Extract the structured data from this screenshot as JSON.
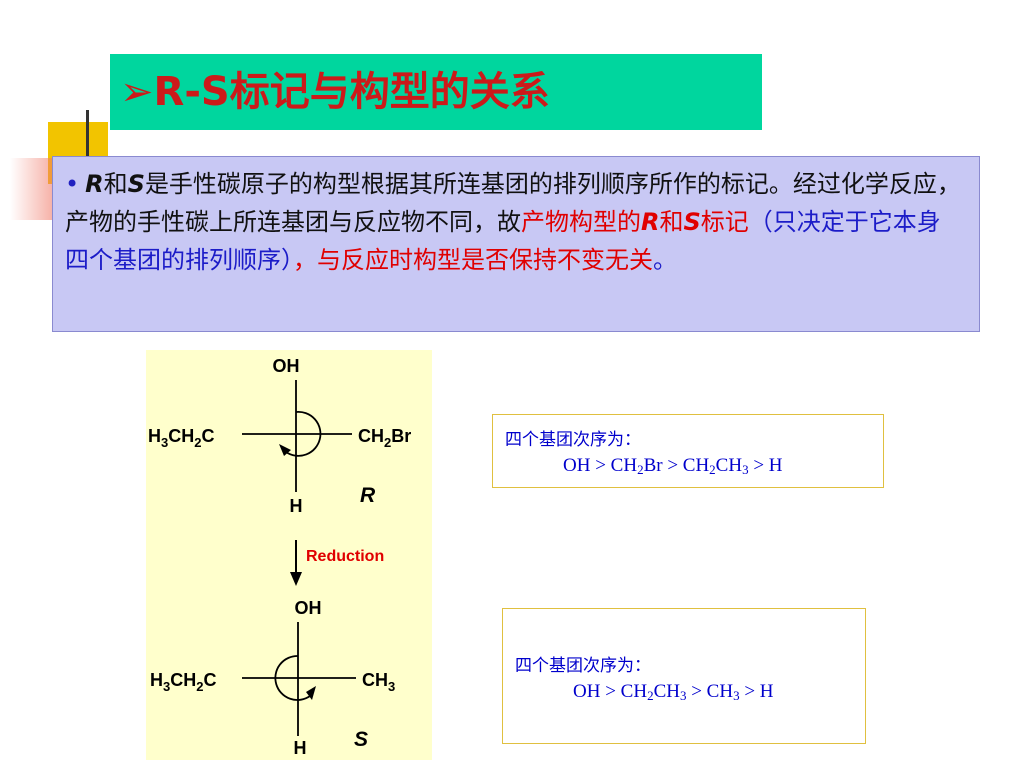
{
  "slide": {
    "bullet_marker": "➢",
    "title": "R-S标记与构型的关系"
  },
  "paragraph": {
    "bullet": "•",
    "r": "R",
    "he1": "和",
    "s": "S",
    "text1": "是手性碳原子的构型根据其所连基团的排列顺序所作的标记。经过化学反应，产物的手性碳上所连基团与反应物不同，故",
    "red1": "产物构型的",
    "red_r": "R",
    "red_he": "和",
    "red_s": "S",
    "red2": "标记",
    "blue1": "（只决定于它本身四个基团的排列顺序）",
    "comma": "，",
    "red3": "与反应时构型是否保持不变无关",
    "period": "。"
  },
  "molecule_r": {
    "top": "OH",
    "left_h3": "H",
    "left_3": "3",
    "left_ch": "CH",
    "left_2": "2",
    "left_c": "C",
    "right_ch": "CH",
    "right_2": "2",
    "right_br": "Br",
    "bottom": "H",
    "label": "R"
  },
  "reaction": {
    "label": "Reduction",
    "color": "#e00000"
  },
  "molecule_s": {
    "top": "OH",
    "left_h3": "H",
    "left_3": "3",
    "left_ch": "CH",
    "left_2": "2",
    "left_c": "C",
    "right_ch": "CH",
    "right_3": "3",
    "bottom": "H",
    "label": "S"
  },
  "order_box_1": {
    "heading": "四个基团次序为：",
    "seq": [
      "OH > CH",
      "2",
      "Br > CH",
      "2",
      "CH",
      "3",
      " > H"
    ]
  },
  "order_box_2": {
    "heading": "四个基团次序为：",
    "seq": [
      "OH > CH",
      "2",
      "CH",
      "3",
      " > CH",
      "3",
      " > H"
    ]
  },
  "colors": {
    "title_bar": "#00d69e",
    "title_text": "#cc1a1a",
    "text_box": "#c8c8f4",
    "panel": "#ffffcc",
    "emphasis_red": "#e00000",
    "emphasis_blue": "#1c1cc8"
  }
}
